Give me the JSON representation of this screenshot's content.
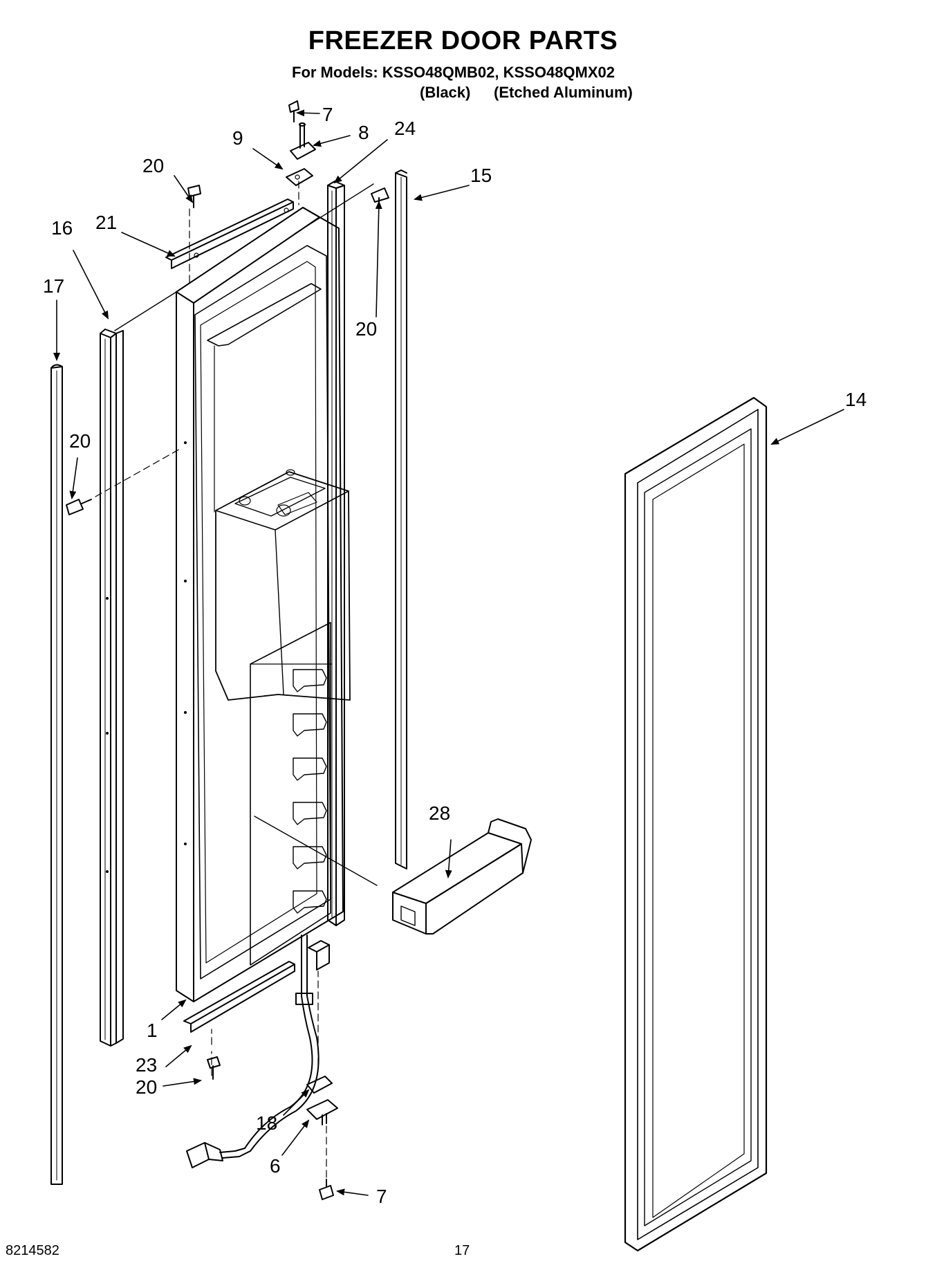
{
  "header": {
    "title": "FREEZER DOOR PARTS",
    "models": "For Models: KSSO48QMB02, KSSO48QMX02",
    "variant_1": "(Black)",
    "variant_2": "(Etched Aluminum)"
  },
  "callouts": {
    "c7_top": "7",
    "c8": "8",
    "c9": "9",
    "c24": "24",
    "c20_a": "20",
    "c15": "15",
    "c16": "16",
    "c21": "21",
    "c17": "17",
    "c20_b": "20",
    "c14": "14",
    "c20_c": "20",
    "c28": "28",
    "c1": "1",
    "c23": "23",
    "c20_d": "20",
    "c18": "18",
    "c6": "6",
    "c7_bottom": "7"
  },
  "footer": {
    "doc_number": "8214582",
    "page_number": "17"
  }
}
